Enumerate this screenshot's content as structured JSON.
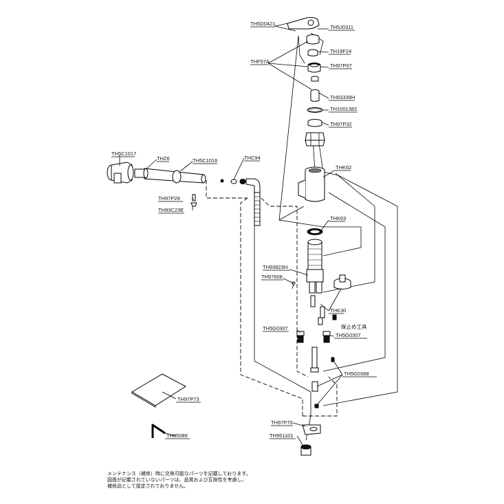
{
  "diagram": {
    "labels": {
      "th5d0421": "TH5D0421",
      "th5j0311": "TH5J0311",
      "th19f24": "TH19F24",
      "thf57a": "THF57A",
      "th97p07": "TH97P07",
      "th93339h": "TH93339H",
      "th1001382": "TH1001382",
      "th97p32": "TH97P32",
      "th5c1017": "TH5C1017",
      "thz6": "THZ6",
      "th5c1016": "TH5C1016",
      "thc94": "THC94",
      "thk62": "THK62",
      "th97p29": "TH97P29",
      "th93c23e": "TH93C23E",
      "thk63": "THK63",
      "th93823h": "TH93823H",
      "th97608": "TH97608",
      "thk30": "THK30",
      "tool": "保止め工具",
      "th5g0307_left": "TH5G0307",
      "th5g0307_right": "TH5G0307",
      "th5g0368": "TH5G0368",
      "th97p73": "TH97P73",
      "th85089": "TH85089",
      "th97p70": "TH97P70",
      "th951101": "TH951101"
    },
    "note": {
      "line1": "メンテナンス（補修）時に交換可能なパーツを記載しております。",
      "line2": "図面が記載されていないパーツは、品質および互換性を考慮し、",
      "line3": "補修品として設定されておりません。"
    }
  }
}
